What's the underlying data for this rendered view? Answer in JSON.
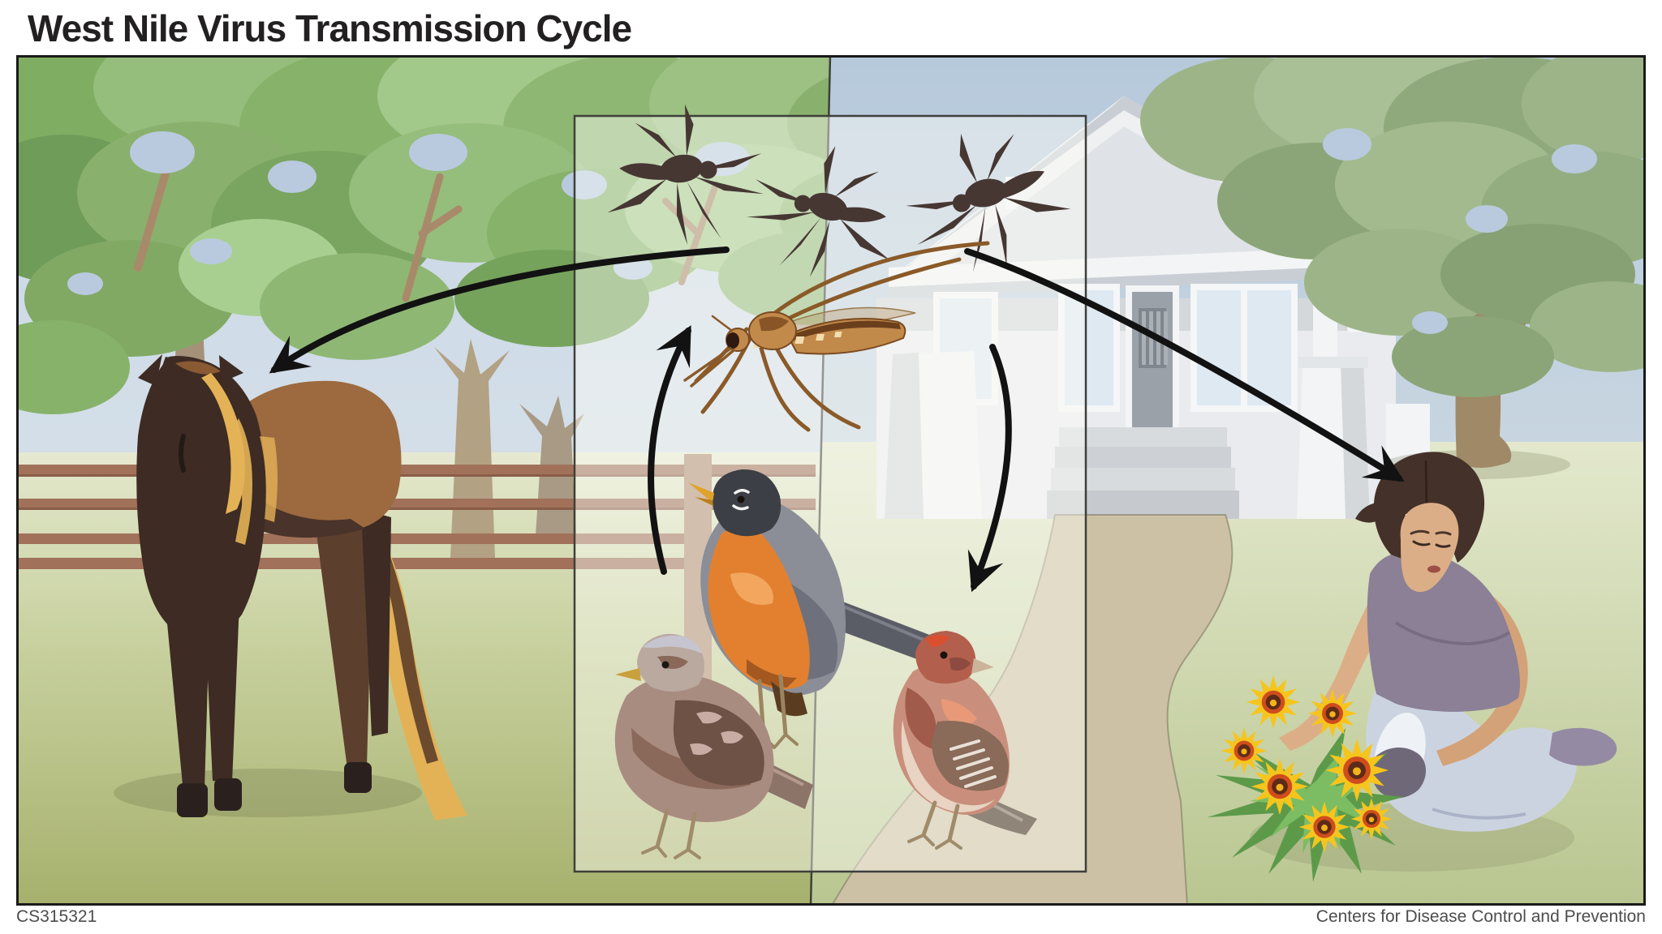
{
  "title": "West Nile Virus Transmission Cycle",
  "footer": {
    "document_code": "CS315321",
    "organization": "Centers for Disease Control and Prevention"
  },
  "icons": {
    "mosquito_silhouettes": "mosquito-silhouette-icon",
    "infected_mosquito": "tan-mosquito-icon",
    "robin": "american-robin-icon",
    "sparrow": "sparrow-icon",
    "finch": "house-finch-icon",
    "horse": "horse-icon",
    "gardener": "kneeling-gardener-icon",
    "house": "house-icon",
    "arrows": "transmission-arrow-icon"
  },
  "colors": {
    "title_text": "#232021",
    "footer_text": "#4d4d4d",
    "frame_border": "#1a1a1a",
    "arrow": "#121212",
    "panel_fill": "rgba(252,252,246,0.45)",
    "panel_border": "#3f3f3a",
    "sky_left": "#c7d6e6",
    "sky_right": "#b6c9db",
    "grass_light": "#dfe5c2",
    "grass_dark": "#a7b16d",
    "lawn_light": "#e3e8cd",
    "lawn_dark": "#b9c690",
    "fence_brown": "#a1715a",
    "canopy_green": "#8fb671",
    "branch_brown": "#a88a6a",
    "horse_body": "#9c6a3e",
    "horse_dark": "#3d2b24",
    "horse_mane": "#e3b257",
    "house_wall": "#e9ebee",
    "house_door": "#9aa1a9",
    "window_glass": "#dfe9f2",
    "path_tan": "#cdc1a5",
    "mosquito_dark": "#463733",
    "mosquito_tan": "#c28a4a",
    "robin_gray": "#8b8e97",
    "robin_head": "#3c3f45",
    "robin_breast": "#e2802f",
    "sparrow_brown": "#8a695a",
    "finch_red": "#b35f4d",
    "skin": "#dcae87",
    "tank_top": "#8b8095",
    "pants": "#ccd3e0",
    "hair": "#443129",
    "flower_yellow": "#f6c51d",
    "flower_center": "#5d2b18",
    "leaf_green": "#5c9a4a"
  }
}
